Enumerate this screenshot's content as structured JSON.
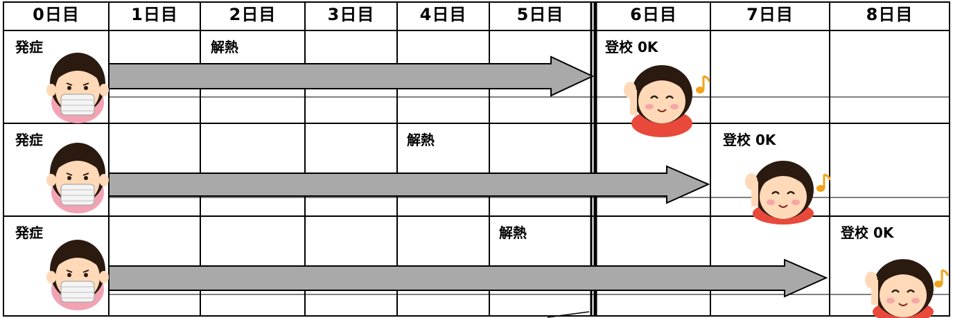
{
  "header": {
    "days": [
      "0日目",
      "1日目",
      "2日目",
      "3日目",
      "4日目",
      "5日目",
      "6日目",
      "7日目",
      "8日目"
    ]
  },
  "rows": [
    {
      "onset_label": "発症",
      "fever_label": "解熱",
      "fever_day": 2,
      "return_label": "登校 0K",
      "return_day": 6
    },
    {
      "onset_label": "発症",
      "fever_label": "解熱",
      "fever_day": 4,
      "return_label": "登校 0K",
      "return_day": 7
    },
    {
      "onset_label": "発症",
      "fever_label": "解熱",
      "fever_day": 5,
      "return_label": "登校 0K",
      "return_day": 8
    }
  ],
  "colors": {
    "arrow_fill": "#a9a9a9",
    "skin": "#ffd9b8",
    "hair": "#2a1a10",
    "mask": "#f4f4f4",
    "shirt_sick": "#f2a3b3",
    "shirt_happy": "#e8493a",
    "note": "#f2a21a"
  },
  "icons": [
    "sick-girl-mask-icon",
    "happy-girl-icon",
    "music-note-icon",
    "arrow-icon"
  ]
}
